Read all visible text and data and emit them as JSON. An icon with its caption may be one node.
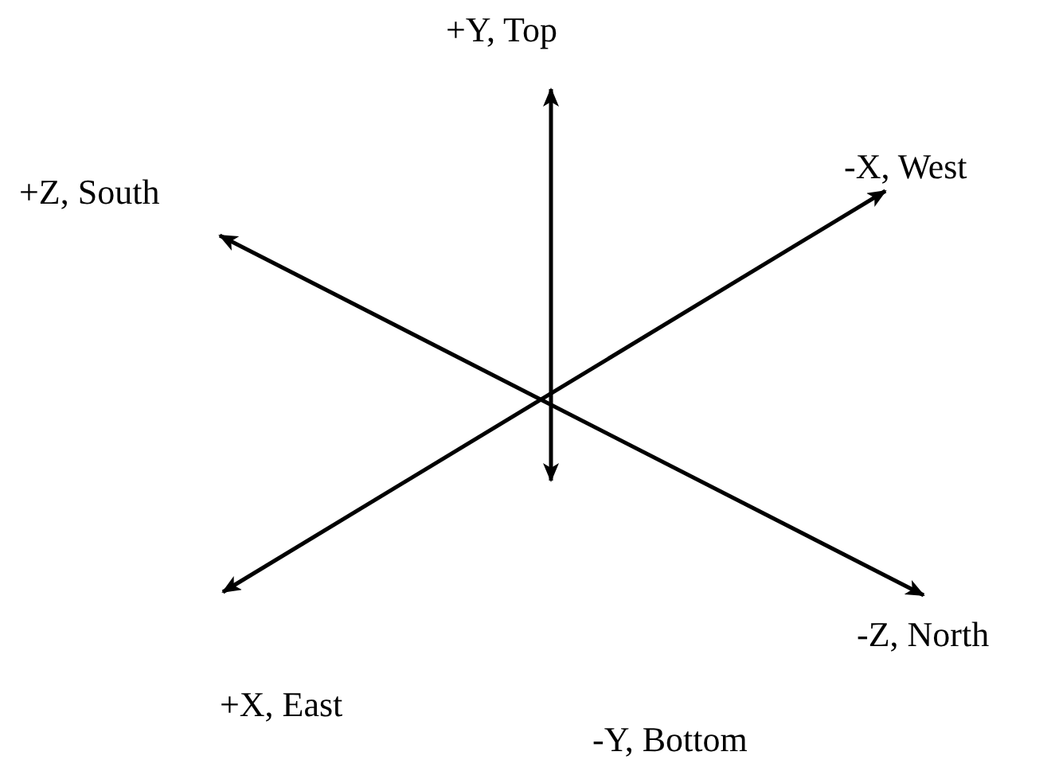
{
  "diagram": {
    "labels": [
      "+Y, Top",
      "-X, West",
      "+Z, South",
      "-Z, North",
      "+X, East",
      "-Y, Bottom"
    ]
  }
}
